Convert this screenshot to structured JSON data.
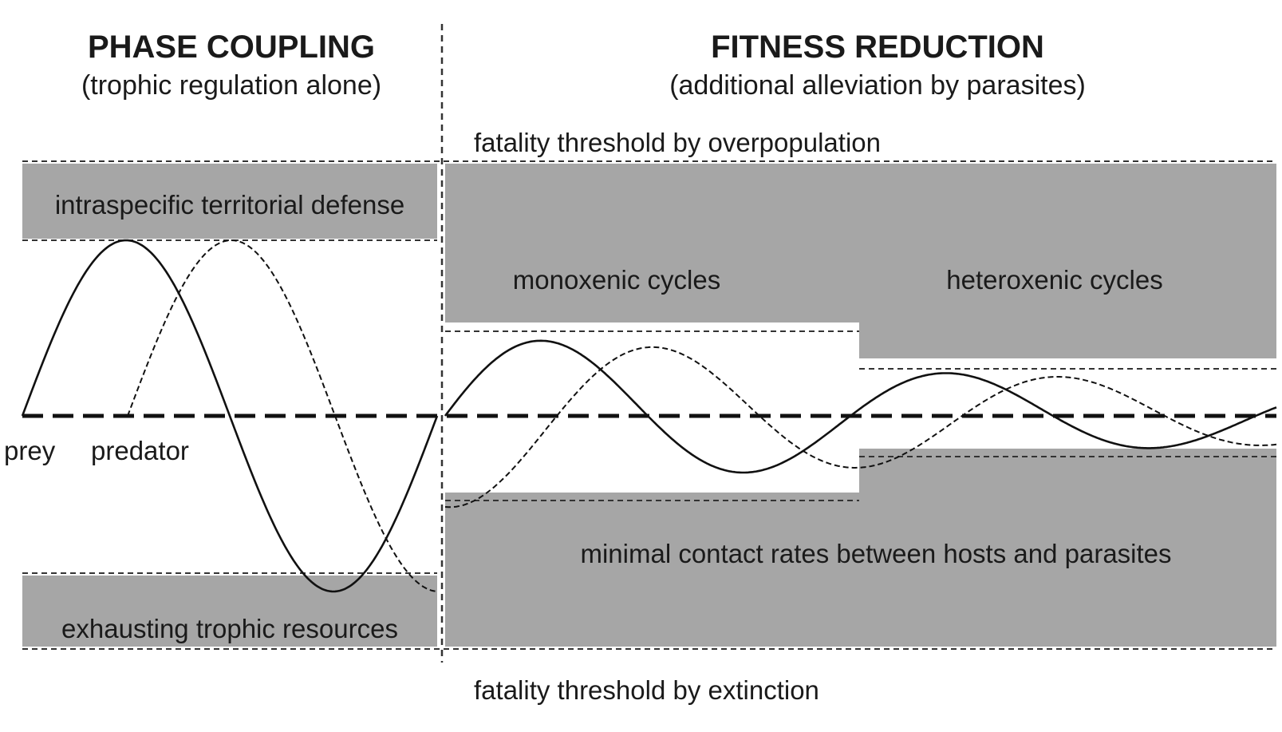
{
  "left_panel": {
    "title": "PHASE COUPLING",
    "subtitle": "(trophic regulation alone)",
    "upper_box": "intraspecific territorial defense",
    "lower_box": "exhausting trophic resources",
    "prey_label": "prey",
    "predator_label": "predator"
  },
  "right_panel": {
    "title": "FITNESS REDUCTION",
    "subtitle": "(additional alleviation by parasites)",
    "top_threshold": "fatality threshold by overpopulation",
    "bottom_threshold": "fatality threshold by extinction",
    "mono_label": "monoxenic cycles",
    "hetero_label": "heteroxenic cycles",
    "contact_label": "minimal contact rates between hosts and parasites"
  },
  "colors": {
    "box_fill": "#a6a6a6",
    "line": "#111111"
  }
}
